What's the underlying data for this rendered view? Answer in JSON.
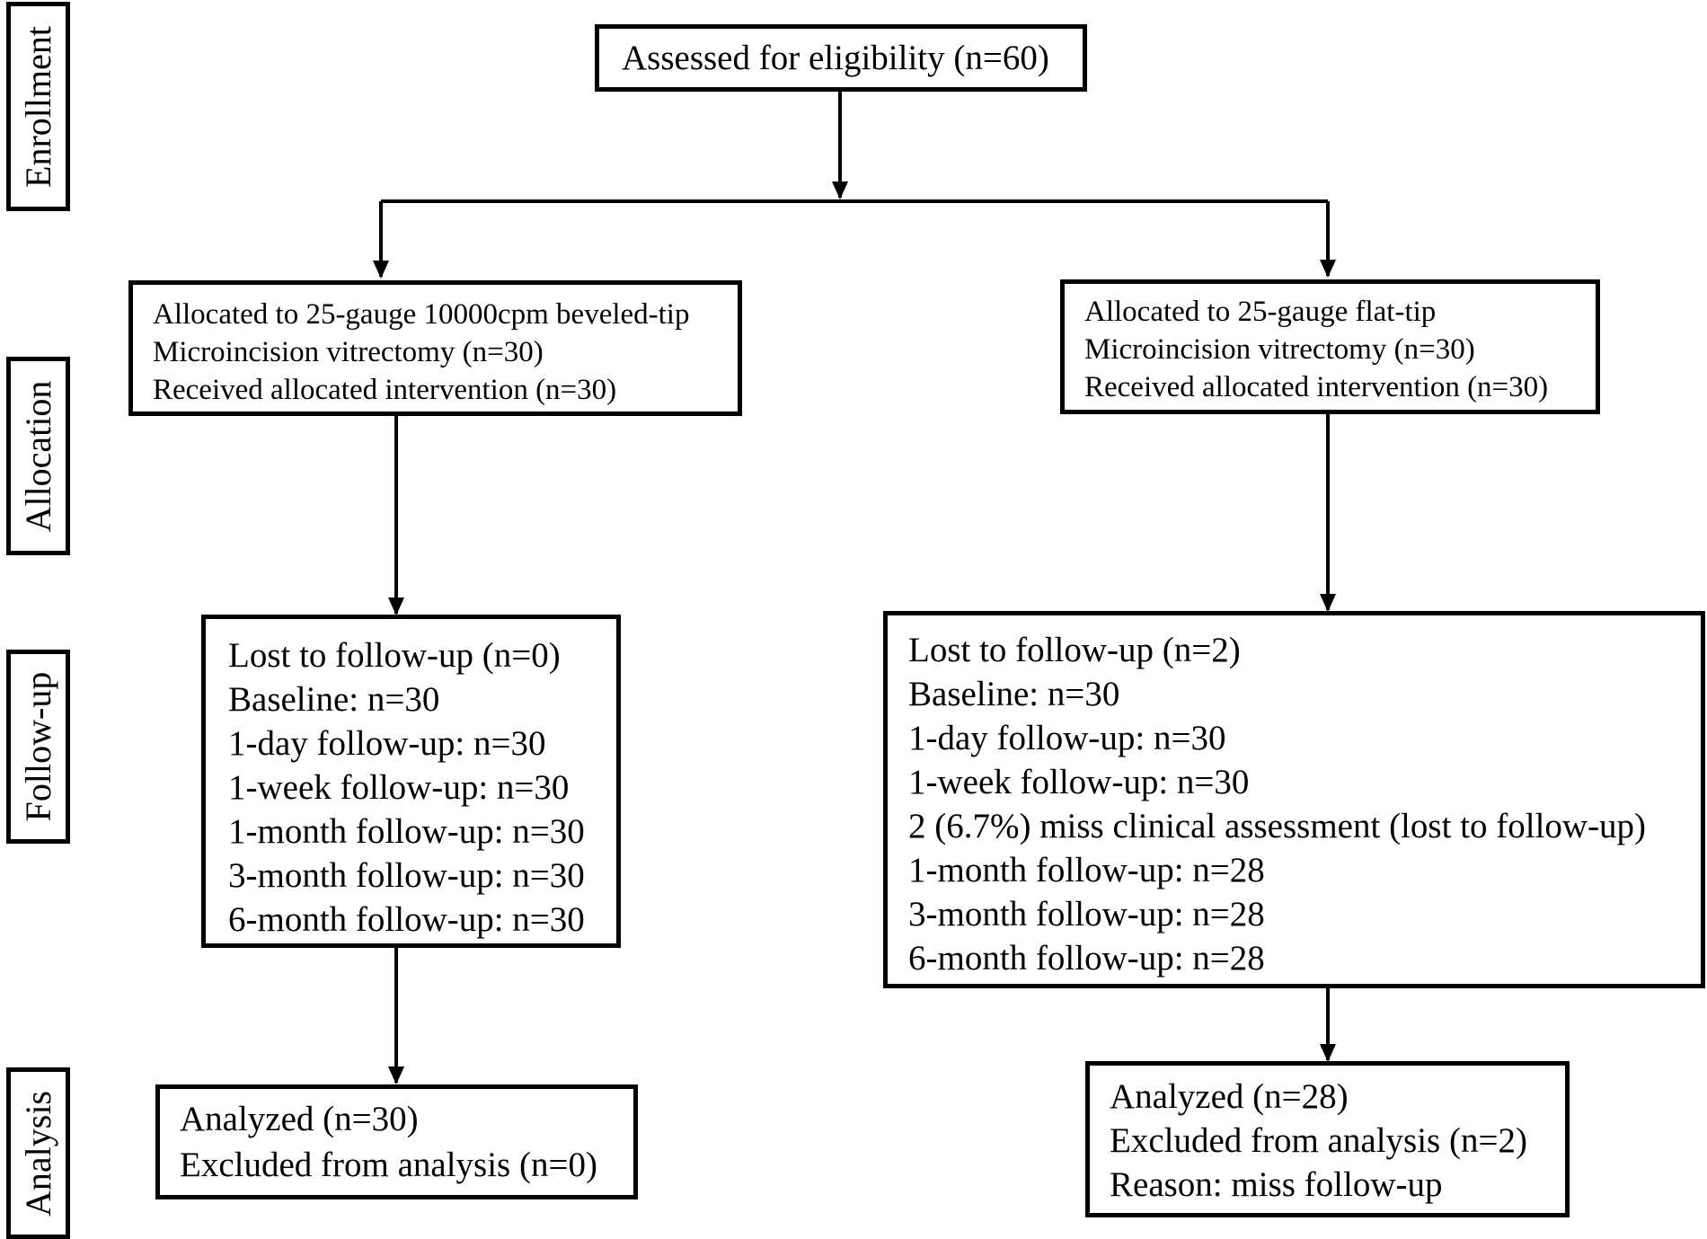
{
  "stages": {
    "enrollment": "Enrollment",
    "allocation": "Allocation",
    "follow_up": "Follow-up",
    "analysis": "Analysis"
  },
  "enrollment_box": {
    "text": "Assessed for eligibility (n=60)"
  },
  "left_arm": {
    "allocation": [
      "Allocated to 25-gauge 10000cpm beveled-tip",
      "Microincision vitrectomy (n=30)",
      "Received allocated intervention (n=30)"
    ],
    "follow_up": [
      "Lost to follow-up (n=0)",
      "Baseline: n=30",
      "1-day follow-up: n=30",
      "1-week follow-up: n=30",
      "1-month follow-up: n=30",
      "3-month follow-up: n=30",
      "6-month follow-up: n=30"
    ],
    "analysis": [
      "Analyzed (n=30)",
      "Excluded from analysis (n=0)"
    ]
  },
  "right_arm": {
    "allocation": [
      "Allocated to 25-gauge flat-tip",
      "Microincision vitrectomy (n=30)",
      "Received allocated intervention (n=30)"
    ],
    "follow_up": [
      "Lost to follow-up (n=2)",
      "Baseline: n=30",
      "1-day follow-up: n=30",
      "1-week follow-up: n=30",
      "2 (6.7%) miss clinical assessment (lost to follow-up)",
      "1-month follow-up: n=28",
      "3-month follow-up: n=28",
      "6-month follow-up: n=28"
    ],
    "analysis": [
      "Analyzed (n=28)",
      "Excluded from analysis (n=2)",
      "Reason: miss follow-up"
    ]
  }
}
